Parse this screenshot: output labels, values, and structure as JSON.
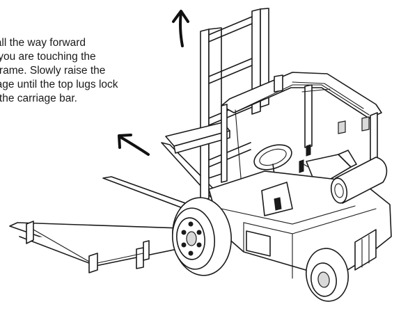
{
  "instruction": {
    "lines": [
      "l all the way forward",
      "il you are touching the",
      "eframe. Slowly raise the",
      "riage until the top lugs lock",
      "o the carriage bar."
    ]
  },
  "arrows": {
    "up": "arrow-up-icon",
    "up_left": "arrow-up-left-icon"
  },
  "illustration": {
    "subject": "forklift-icon"
  }
}
